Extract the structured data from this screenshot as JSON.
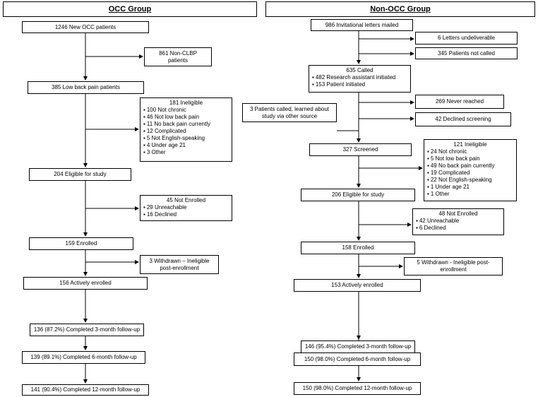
{
  "occ": {
    "title": "OCC Group",
    "new_patients": "1246 New OCC patients",
    "non_clbp": "861 Non-CLBP patients",
    "lbp_patients": "385 Low back pain patients",
    "ineligible": {
      "head": "181 Ineligible",
      "items": [
        "100 Not chronic",
        "46 Not low back pain",
        "11 No back pain currently",
        "12 Complicated",
        "5 Not English-speaking",
        "4 Under age 21",
        "3 Other"
      ]
    },
    "eligible": "204 Eligible for study",
    "not_enrolled": {
      "head": "45 Not Enrolled",
      "items": [
        "29 Unreachable",
        "16 Declined"
      ]
    },
    "enrolled": "159 Enrolled",
    "withdrawn": "3 Withdrawn – Ineligible post-enrollment",
    "active": "156 Actively enrolled",
    "fu3": "136 (87.2%) Completed 3-month follow-up",
    "fu6": "139 (89.1%) Completed 6-month follow-up",
    "fu12": "141 (90.4%) Completed 12-month follow-up"
  },
  "nonocc": {
    "title": "Non-OCC Group",
    "letters": "986 Invitational letters mailed",
    "undeliverable": "6 Letters undeliverable",
    "not_called": "345 Patients not called",
    "called": {
      "head": "635 Called",
      "items": [
        "482 Research assistant initiated",
        "153 Patient initiated"
      ]
    },
    "never_reached": "269 Never reached",
    "declined_screening": "42 Declined screening",
    "other_source": "3 Patients called, learned about study via other source",
    "screened": "327 Screened",
    "ineligible": {
      "head": "121 Ineligible",
      "items": [
        "24 Not chronic",
        "5 Not low back pain",
        "49 No back pain currently",
        "19 Complicated",
        "22 Not English-speaking",
        "1 Under age 21",
        "1 Other"
      ]
    },
    "eligible": "206 Eligible for study",
    "not_enrolled": {
      "head": "48 Not Enrolled",
      "items": [
        "42 Unreachable",
        "6 Declined"
      ]
    },
    "enrolled": "158 Enrolled",
    "withdrawn": "5 Withdrawn - Ineligible post-enrollment",
    "active": "153 Actively enrolled",
    "fu3": "146 (95.4%) Completed 3-month follow-up",
    "fu6": "150 (98.0%) Completed 6-month follow-up",
    "fu12": "150 (98.0%) Completed 12-month follow-up"
  }
}
